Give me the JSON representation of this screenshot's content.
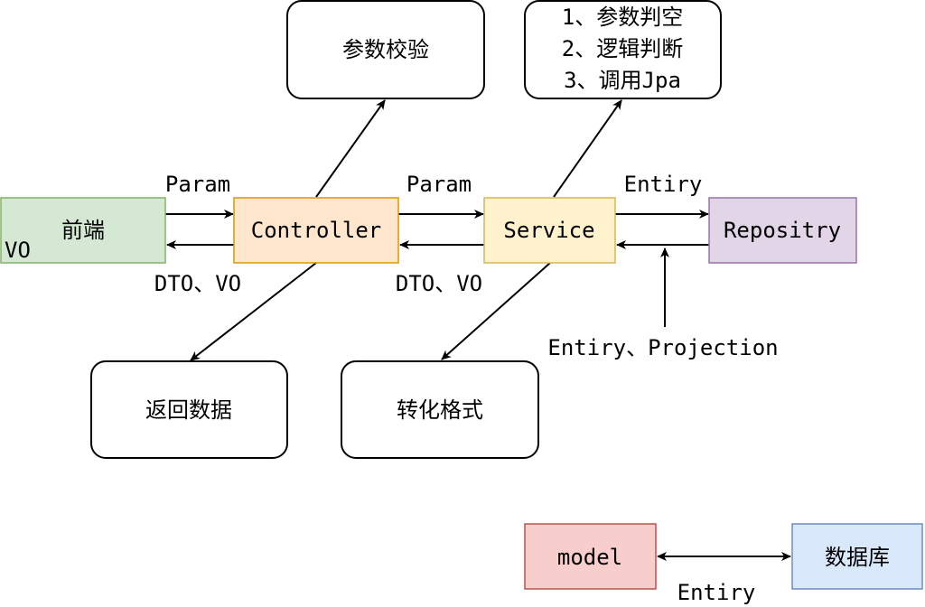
{
  "diagram": {
    "nodes": {
      "frontend": {
        "label": "前端",
        "fill": "#d5e8d4",
        "stroke": "#82b366"
      },
      "frontend_sub": {
        "label": "VO"
      },
      "controller": {
        "label": "Controller",
        "fill": "#ffe6cc",
        "stroke": "#d79b00"
      },
      "service": {
        "label": "Service",
        "fill": "#fff2cc",
        "stroke": "#d6b656"
      },
      "repository": {
        "label": "Repositry",
        "fill": "#e1d5e7",
        "stroke": "#9673a6"
      },
      "param_validation": {
        "label": "参数校验"
      },
      "service_steps": {
        "lines": [
          "1、参数判空",
          "2、逻辑判断",
          "3、调用Jpa"
        ]
      },
      "return_data": {
        "label": "返回数据"
      },
      "convert_format": {
        "label": "转化格式"
      },
      "model": {
        "label": "model",
        "fill": "#f8cecc",
        "stroke": "#b85450"
      },
      "database": {
        "label": "数据库",
        "fill": "#dae8fc",
        "stroke": "#6c8ebf"
      }
    },
    "edge_labels": {
      "param_to_controller": "Param",
      "dto_vo_to_frontend": "DTO、VO",
      "param_to_service": "Param",
      "dto_vo_to_controller": "DTO、VO",
      "entiry_to_repository": "Entiry",
      "entiry_projection": "Entiry、Projection",
      "model_database": "Entiry"
    },
    "colors": {
      "line": "#000000",
      "box_stroke": "#000000",
      "box_fill": "#ffffff"
    }
  }
}
